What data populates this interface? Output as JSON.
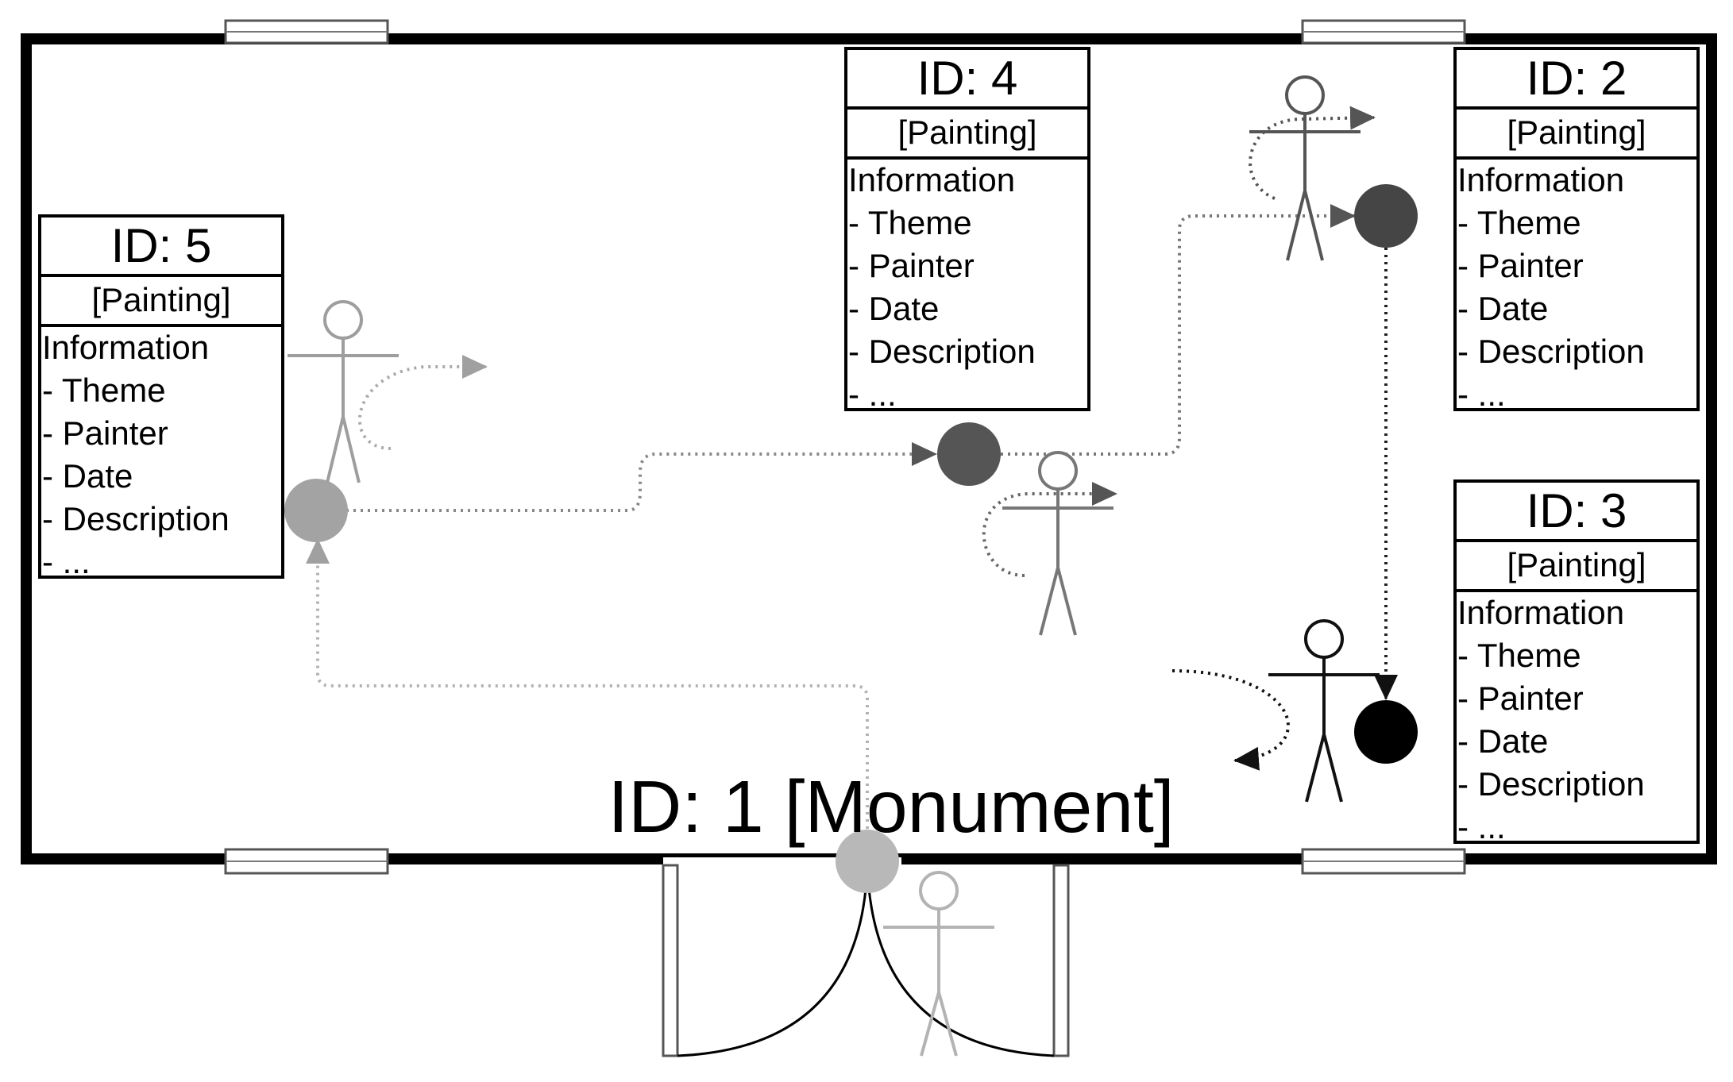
{
  "diagram": {
    "colors": {
      "wall": "#000000",
      "path_light": "#a8a8a8",
      "path_dark": "#555555",
      "path_black": "#111111",
      "node_light": "#b8b8b8",
      "node_mid": "#a3a3a3",
      "node_dark": "#555555",
      "node_darker": "#454545",
      "node_black": "#000000"
    },
    "monument": {
      "label": "ID: 1 [Monument]"
    },
    "cards": [
      {
        "id_label": "ID: 5",
        "category": "[Painting]",
        "info_title": "Information",
        "info_items": [
          "- Theme",
          "- Painter",
          "- Date",
          "- Description",
          "- ..."
        ]
      },
      {
        "id_label": "ID: 4",
        "category": "[Painting]",
        "info_title": "Information",
        "info_items": [
          "- Theme",
          "- Painter",
          "- Date",
          "- Description",
          "- ..."
        ]
      },
      {
        "id_label": "ID: 2",
        "category": "[Painting]",
        "info_title": "Information",
        "info_items": [
          "- Theme",
          "- Painter",
          "- Date",
          "- Description",
          "- ..."
        ]
      },
      {
        "id_label": "ID: 3",
        "category": "[Painting]",
        "info_title": "Information",
        "info_items": [
          "- Theme",
          "- Painter",
          "- Date",
          "- Description",
          "- ..."
        ]
      }
    ]
  }
}
